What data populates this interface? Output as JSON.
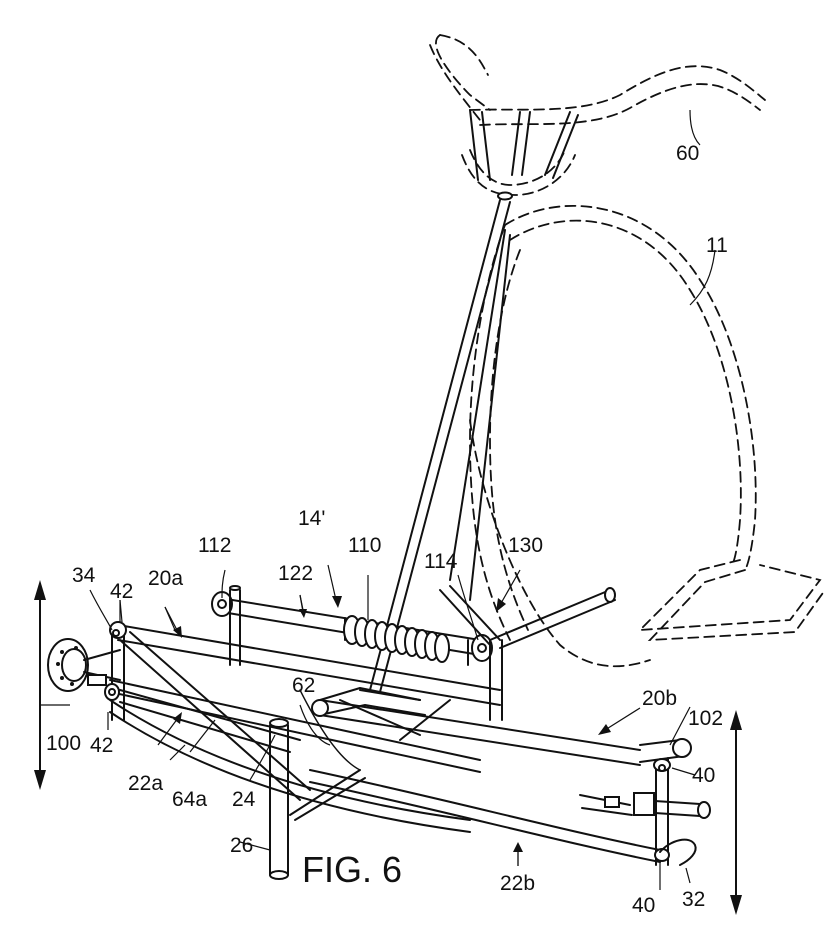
{
  "figure": {
    "caption": "FIG. 6",
    "reference_numerals": {
      "n60": "60",
      "n11": "11",
      "n14p": "14'",
      "n112": "112",
      "n110": "110",
      "n114": "114",
      "n130": "130",
      "n122": "122",
      "n34": "34",
      "n42a": "42",
      "n20a": "20a",
      "n62": "62",
      "n20b": "20b",
      "n102": "102",
      "n100": "100",
      "n42b": "42",
      "n40a": "40",
      "n22a": "22a",
      "n64a": "64a",
      "n24": "24",
      "n26": "26",
      "n22b": "22b",
      "n40b": "40",
      "n32": "32"
    }
  }
}
